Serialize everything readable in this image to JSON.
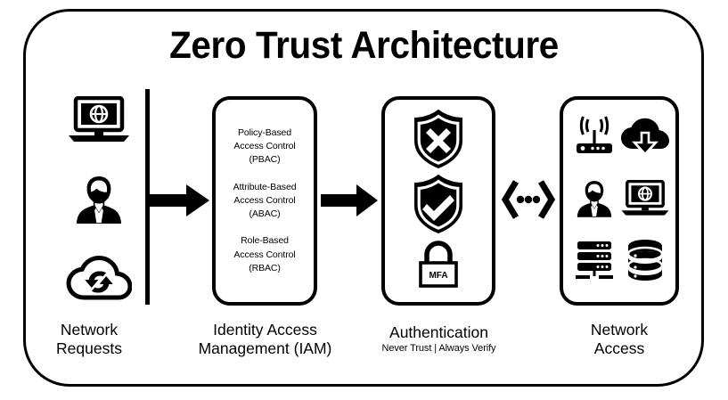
{
  "diagram": {
    "title": "Zero Trust Architecture",
    "stages": [
      {
        "id": "network-requests",
        "caption_lines": [
          "Network",
          "Requests"
        ],
        "icons": [
          "laptop-globe-icon",
          "user-icon",
          "cloud-sync-icon"
        ]
      },
      {
        "id": "identity-access-management",
        "caption_lines": [
          "Identity Access",
          "Management (IAM)"
        ],
        "items": [
          {
            "line1": "Policy-Based",
            "line2": "Access Control",
            "line3": "(PBAC)"
          },
          {
            "line1": "Attribute-Based",
            "line2": "Access Control",
            "line3": "(ABAC)"
          },
          {
            "line1": "Role-Based",
            "line2": "Access Control",
            "line3": "(RBAC)"
          }
        ]
      },
      {
        "id": "authentication",
        "caption_lines": [
          "Authentication"
        ],
        "caption_subtitle": "Never Trust  |  Always Verify",
        "icons": [
          "shield-deny-icon",
          "shield-allow-icon",
          "padlock-mfa-icon"
        ],
        "lock_label": "MFA"
      },
      {
        "id": "network-access",
        "caption_lines": [
          "Network",
          "Access"
        ],
        "icons": [
          "wifi-router-icon",
          "cloud-download-icon",
          "user-icon",
          "laptop-globe-icon",
          "server-rack-icon",
          "database-icon"
        ]
      }
    ],
    "connectors": [
      {
        "id": "arrow-requests-to-iam",
        "type": "block-arrow-right"
      },
      {
        "id": "arrow-iam-to-auth",
        "type": "block-arrow-right"
      },
      {
        "id": "connector-auth-to-access",
        "type": "chevron-dots-bidirectional"
      }
    ],
    "colors": {
      "ink": "#000000",
      "background": "#ffffff"
    }
  }
}
